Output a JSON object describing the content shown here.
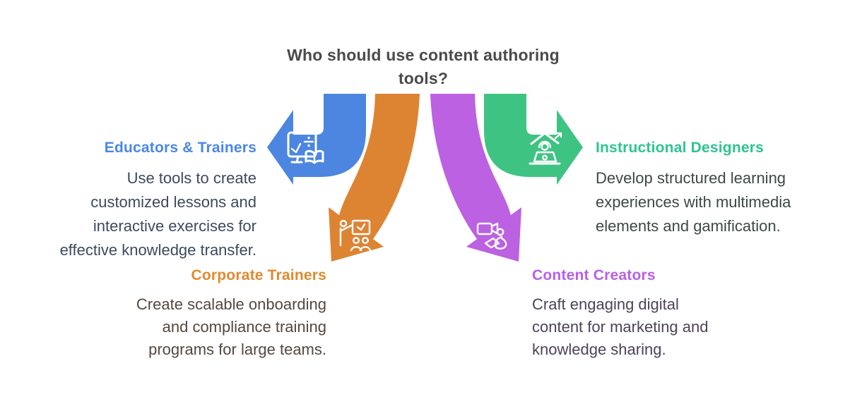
{
  "title": {
    "text": "Who should use content authoring tools?",
    "color": "#4A4A4A"
  },
  "sections": [
    {
      "name": "educators-trainers",
      "heading": "Educators & Trainers",
      "heading_color": "#4A86E8",
      "arrow_color": "#4C86E0",
      "arrow_direction": "left",
      "icon": "monitor-math-book-icon",
      "body_color": "#3D4A5C",
      "body_lines": [
        "Use tools to create",
        "customized lessons and",
        "interactive exercises for",
        "effective knowledge transfer."
      ]
    },
    {
      "name": "corporate-trainers",
      "heading": "Corporate Trainers",
      "heading_color": "#DF8A2E",
      "arrow_color": "#DD8433",
      "arrow_direction": "down-left",
      "icon": "presenter-audience-icon",
      "body_color": "#54483E",
      "body_lines": [
        "Create scalable onboarding",
        "and compliance training",
        "programs for large teams."
      ]
    },
    {
      "name": "content-creators",
      "heading": "Content Creators",
      "heading_color": "#B95FE6",
      "arrow_color": "#BC61E2",
      "arrow_direction": "down-right",
      "icon": "video-camera-person-icon",
      "body_color": "#4D4358",
      "body_lines": [
        "Craft engaging digital",
        "content for marketing and",
        "knowledge sharing."
      ]
    },
    {
      "name": "instructional-designers",
      "heading": "Instructional Designers",
      "heading_color": "#2EC48F",
      "arrow_color": "#3FC383",
      "arrow_direction": "right",
      "icon": "home-learning-laptop-icon",
      "body_color": "#3C4A43",
      "body_lines": [
        "Develop structured learning",
        "experiences with multimedia",
        "elements and gamification."
      ]
    }
  ]
}
